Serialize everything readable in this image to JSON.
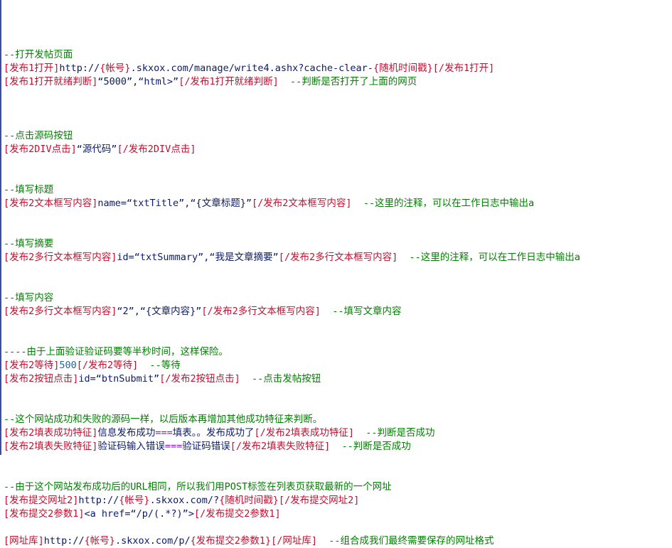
{
  "editor": {
    "name": "script-source-editor",
    "background_color": "#ffffff",
    "gutter_color": "#3b4ea0",
    "colors": {
      "comment": "#008000",
      "tag": "#c01030",
      "param": "#0b1a6b",
      "number": "#1c64b4",
      "operator": "#9013c8"
    }
  },
  "lines": [
    {
      "tokens": []
    },
    {
      "tokens": []
    },
    {
      "tokens": [
        {
          "t": "comment",
          "v": "--打开发帖页面"
        }
      ]
    },
    {
      "tokens": [
        {
          "t": "tag",
          "v": "[发布1打开]"
        },
        {
          "t": "param",
          "v": "http://"
        },
        {
          "t": "tag",
          "v": "{帐号}"
        },
        {
          "t": "param",
          "v": ".skxox.com/manage/write4.ashx?cache-clear-"
        },
        {
          "t": "tag",
          "v": "{随机时间戳}"
        },
        {
          "t": "tag",
          "v": "[/发布1打开]"
        }
      ]
    },
    {
      "tokens": [
        {
          "t": "tag",
          "v": "[发布1打开就绪判断]"
        },
        {
          "t": "param",
          "v": "“5000”,“html>”"
        },
        {
          "t": "tag",
          "v": "[/发布1打开就绪判断]"
        },
        {
          "t": "comment",
          "v": "  --判断是否打开了上面的网页"
        }
      ]
    },
    {
      "tokens": []
    },
    {
      "tokens": []
    },
    {
      "tokens": []
    },
    {
      "tokens": [
        {
          "t": "comment",
          "v": "--点击源码按钮"
        }
      ]
    },
    {
      "tokens": [
        {
          "t": "tag",
          "v": "[发布2DIV点击]"
        },
        {
          "t": "param",
          "v": "“源代码”"
        },
        {
          "t": "tag",
          "v": "[/发布2DIV点击]"
        }
      ]
    },
    {
      "tokens": []
    },
    {
      "tokens": []
    },
    {
      "tokens": [
        {
          "t": "comment",
          "v": "--填写标题"
        }
      ]
    },
    {
      "tokens": [
        {
          "t": "tag",
          "v": "[发布2文本框写内容]"
        },
        {
          "t": "param",
          "v": "name=“txtTitle”,“{文章标题}”"
        },
        {
          "t": "tag",
          "v": "[/发布2文本框写内容]"
        },
        {
          "t": "comment",
          "v": "  --这里的注释，可以在工作日志中输出a"
        }
      ]
    },
    {
      "tokens": []
    },
    {
      "tokens": []
    },
    {
      "tokens": [
        {
          "t": "comment",
          "v": "--填写摘要"
        }
      ]
    },
    {
      "tokens": [
        {
          "t": "tag",
          "v": "[发布2多行文本框写内容]"
        },
        {
          "t": "param",
          "v": "id=“txtSummary”,“我是文章摘要”"
        },
        {
          "t": "tag",
          "v": "[/发布2多行文本框写内容]"
        },
        {
          "t": "comment",
          "v": "  --这里的注释，可以在工作日志中输出a"
        }
      ]
    },
    {
      "tokens": []
    },
    {
      "tokens": []
    },
    {
      "tokens": [
        {
          "t": "comment",
          "v": "--填写内容"
        }
      ]
    },
    {
      "tokens": [
        {
          "t": "tag",
          "v": "[发布2多行文本框写内容]"
        },
        {
          "t": "param",
          "v": "“2”,“{文章内容}”"
        },
        {
          "t": "tag",
          "v": "[/发布2多行文本框写内容]"
        },
        {
          "t": "comment",
          "v": "  --填写文章内容"
        }
      ]
    },
    {
      "tokens": []
    },
    {
      "tokens": []
    },
    {
      "tokens": [
        {
          "t": "comment",
          "v": "----由于上面验证验证码要等半秒时间，这样保险。"
        }
      ]
    },
    {
      "tokens": [
        {
          "t": "tag",
          "v": "[发布2等待]"
        },
        {
          "t": "number",
          "v": "500"
        },
        {
          "t": "tag",
          "v": "[/发布2等待]"
        },
        {
          "t": "comment",
          "v": "  --等待"
        }
      ]
    },
    {
      "tokens": [
        {
          "t": "tag",
          "v": "[发布2按钮点击]"
        },
        {
          "t": "param",
          "v": "id=“btnSubmit”"
        },
        {
          "t": "tag",
          "v": "[/发布2按钮点击]"
        },
        {
          "t": "comment",
          "v": "  --点击发帖按钮"
        }
      ]
    },
    {
      "tokens": []
    },
    {
      "tokens": []
    },
    {
      "tokens": [
        {
          "t": "comment",
          "v": "--这个网站成功和失败的源码一样，以后版本再增加其他成功特征来判断。"
        }
      ]
    },
    {
      "tokens": [
        {
          "t": "tag",
          "v": "[发布2填表成功特征]"
        },
        {
          "t": "param",
          "v": "信息发布成功"
        },
        {
          "t": "operator",
          "v": "==="
        },
        {
          "t": "param",
          "v": "填表。。发布成功了"
        },
        {
          "t": "tag",
          "v": "[/发布2填表成功特征]"
        },
        {
          "t": "comment",
          "v": "  --判断是否成功"
        }
      ]
    },
    {
      "tokens": [
        {
          "t": "tag",
          "v": "[发布2填表失败特征]"
        },
        {
          "t": "param",
          "v": "验证码输入错误"
        },
        {
          "t": "operator",
          "v": "==="
        },
        {
          "t": "param",
          "v": "验证码错误"
        },
        {
          "t": "tag",
          "v": "[/发布2填表失败特征]"
        },
        {
          "t": "comment",
          "v": "  --判断是否成功"
        }
      ]
    },
    {
      "tokens": []
    },
    {
      "tokens": []
    },
    {
      "tokens": [
        {
          "t": "comment",
          "v": "--由于这个网站发布成功后的URL相同，所以我们用POST标签在列表页获取最新的一个网址"
        }
      ]
    },
    {
      "tokens": [
        {
          "t": "tag",
          "v": "[发布提交网址2]"
        },
        {
          "t": "param",
          "v": "http://"
        },
        {
          "t": "tag",
          "v": "{帐号}"
        },
        {
          "t": "param",
          "v": ".skxox.com/?"
        },
        {
          "t": "tag",
          "v": "{随机时间戳}"
        },
        {
          "t": "tag",
          "v": "[/发布提交网址2]"
        }
      ]
    },
    {
      "tokens": [
        {
          "t": "tag",
          "v": "[发布提交2参数1]"
        },
        {
          "t": "param",
          "v": "<a href=“/p/(.*?)”>"
        },
        {
          "t": "tag",
          "v": "[/发布提交2参数1]"
        }
      ]
    },
    {
      "tokens": []
    },
    {
      "tokens": [
        {
          "t": "tag",
          "v": "[网址库]"
        },
        {
          "t": "param",
          "v": "http://"
        },
        {
          "t": "tag",
          "v": "{帐号}"
        },
        {
          "t": "param",
          "v": ".skxox.com/p/"
        },
        {
          "t": "tag",
          "v": "{发布提交2参数1}"
        },
        {
          "t": "tag",
          "v": "[/网址库]"
        },
        {
          "t": "comment",
          "v": "  --组合成我们最终需要保存的网址格式"
        }
      ]
    }
  ]
}
